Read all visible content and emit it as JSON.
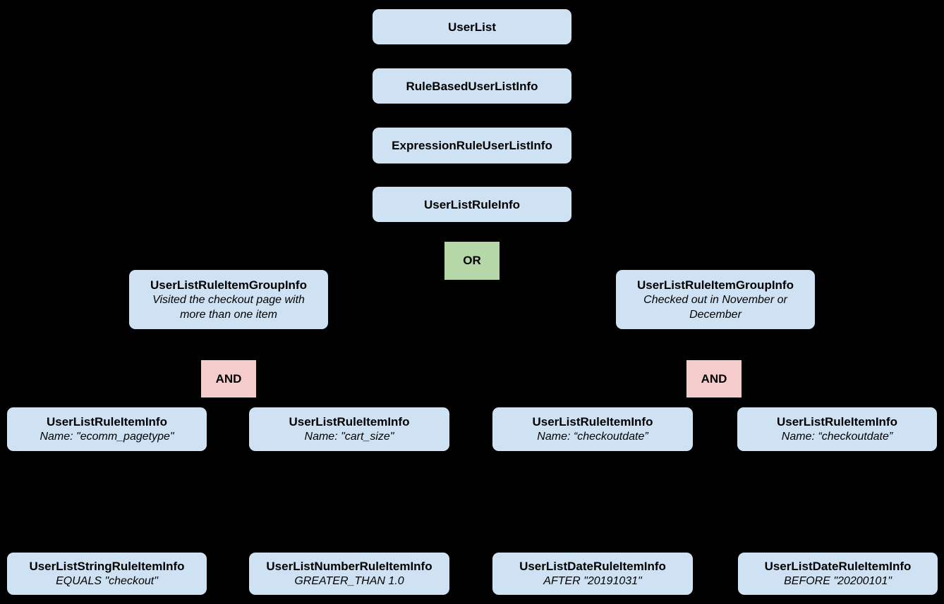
{
  "diagram": {
    "colors": {
      "background": "#000000",
      "node_fill": "#cfe2f3",
      "or_fill": "#b6d7a8",
      "and_fill": "#f4cccc",
      "text": "#000000"
    },
    "nodes": [
      {
        "id": "userlist",
        "label": "UserList"
      },
      {
        "id": "rule-based-user-list-info",
        "label": "RuleBasedUserListInfo"
      },
      {
        "id": "expression-rule-user-list-info",
        "label": "ExpressionRuleUserListInfo"
      },
      {
        "id": "user-list-rule-info",
        "label": "UserListRuleInfo"
      },
      {
        "id": "or-operator",
        "label": "OR"
      },
      {
        "id": "rule-item-group-left",
        "label": "UserListRuleItemGroupInfo",
        "note": "Visited the checkout page with more than one item"
      },
      {
        "id": "rule-item-group-right",
        "label": "UserListRuleItemGroupInfo",
        "note": "Checked out in November or December"
      },
      {
        "id": "and-operator-left",
        "label": "AND"
      },
      {
        "id": "and-operator-right",
        "label": "AND"
      },
      {
        "id": "rule-item-ecomm-pagetype",
        "label": "UserListRuleItemInfo",
        "note": "Name: \"ecomm_pagetype\""
      },
      {
        "id": "rule-item-cart-size",
        "label": "UserListRuleItemInfo",
        "note": "Name: \"cart_size\""
      },
      {
        "id": "rule-item-checkoutdate-1",
        "label": "UserListRuleItemInfo",
        "note": "Name: “checkoutdate”"
      },
      {
        "id": "rule-item-checkoutdate-2",
        "label": "UserListRuleItemInfo",
        "note": "Name: “checkoutdate”"
      },
      {
        "id": "string-rule-item",
        "label": "UserListStringRuleItemInfo",
        "note": "EQUALS \"checkout\""
      },
      {
        "id": "number-rule-item",
        "label": "UserListNumberRuleItemInfo",
        "note": "GREATER_THAN 1.0"
      },
      {
        "id": "date-rule-item-after",
        "label": "UserListDateRuleItemInfo",
        "note": "AFTER \"20191031\""
      },
      {
        "id": "date-rule-item-before",
        "label": "UserListDateRuleItemInfo",
        "note": "BEFORE \"20200101\""
      }
    ]
  }
}
